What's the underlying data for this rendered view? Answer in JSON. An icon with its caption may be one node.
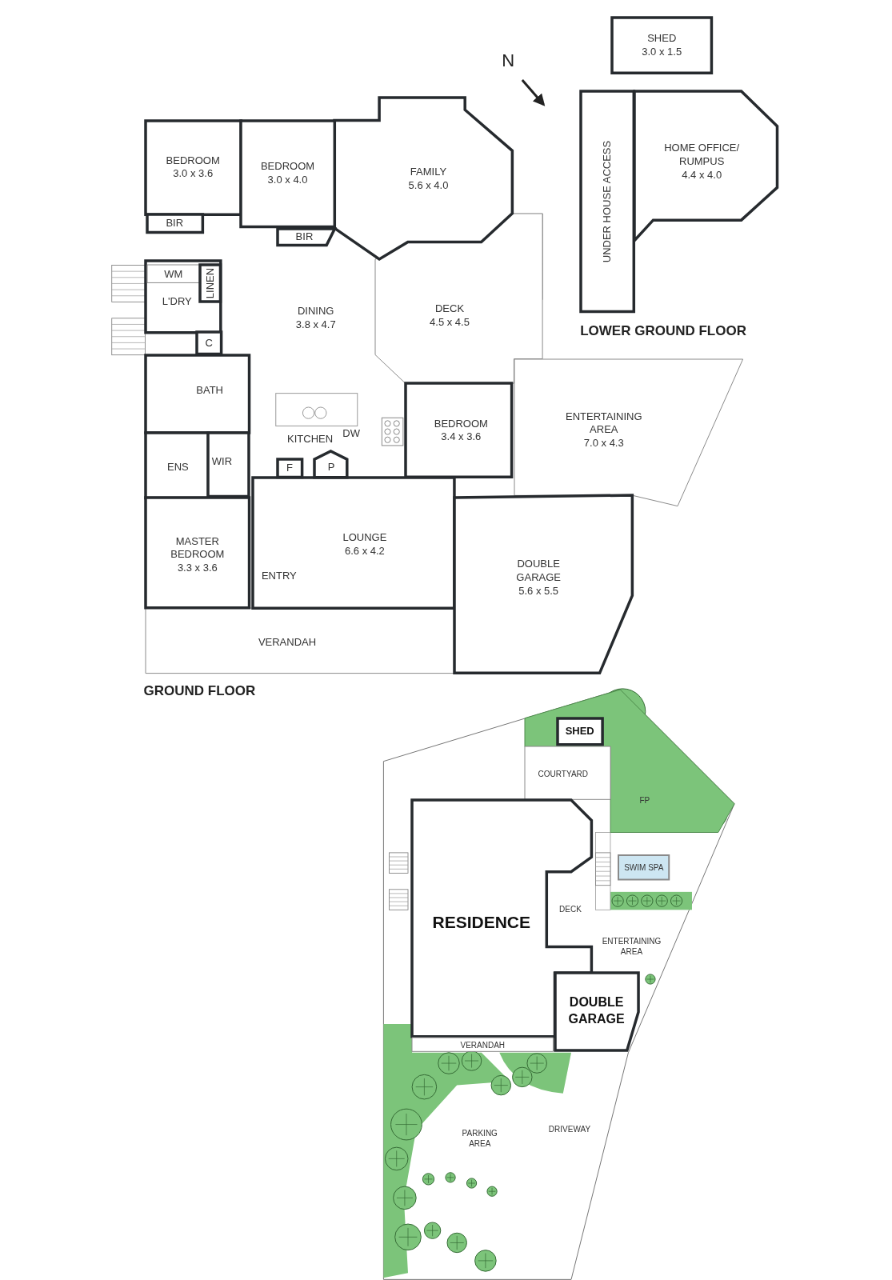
{
  "diagram": {
    "nodes": [
      {
        "text": [
          "BEDROOM",
          "3.0 x 3.6"
        ]
      },
      {
        "text": [
          "BEDROOM",
          "3.0 x 4.0"
        ]
      },
      {
        "text": [
          "FAMILY",
          "5.6 x 4.0"
        ]
      },
      {
        "text": [
          "BIR"
        ]
      },
      {
        "text": [
          "BIR"
        ]
      },
      {
        "text": [
          "WM"
        ],
        "in": 7
      },
      {
        "text": [
          "LINEN"
        ],
        "in": 7
      },
      {
        "text": [
          "L'DRY"
        ]
      },
      {
        "text": [
          "C"
        ]
      },
      {
        "text": [
          "DINING",
          "3.8 x 4.7"
        ]
      },
      {
        "text": [
          "DECK",
          "4.5 x 4.5"
        ]
      },
      {
        "text": [
          "BATH"
        ]
      },
      {
        "text": [
          "KITCHEN"
        ]
      },
      {
        "text": [
          "DW"
        ]
      },
      {
        "text": [
          "F"
        ]
      },
      {
        "text": [
          "P"
        ]
      },
      {
        "text": [
          "BEDROOM",
          "3.4 x 3.6"
        ]
      },
      {
        "text": [
          "ENTERTAINING AREA",
          "7.0 x 4.3"
        ]
      },
      {
        "text": [
          "ENS"
        ]
      },
      {
        "text": [
          "WIR"
        ]
      },
      {
        "text": [
          "MASTER BEDROOM",
          "3.3 x 3.6"
        ]
      },
      {
        "text": [
          "LOUNGE",
          "6.6 x 4.2"
        ]
      },
      {
        "text": [
          "ENTRY"
        ],
        "in": 21
      },
      {
        "text": [
          "DOUBLE GARAGE",
          "5.6 x 5.5"
        ]
      },
      {
        "text": [
          "VERANDAH"
        ]
      },
      {
        "text": [
          "SHED",
          "3.0 x 1.5"
        ]
      },
      {
        "text": [
          "UNDER HOUSE ACCESS"
        ]
      },
      {
        "text": [
          "HOME OFFICE/ RUMPUS",
          "4.4 x 4.0"
        ]
      },
      {
        "text": [
          "SHED"
        ],
        "in": 30
      },
      {
        "text": [
          "COURTYARD"
        ]
      },
      {
        "text": [
          "FP"
        ]
      },
      {
        "text": [
          "RESIDENCE"
        ]
      },
      {
        "text": [
          "DECK"
        ]
      },
      {
        "text": [
          "SWIM SPA"
        ]
      },
      {
        "text": [
          "ENTERTAINING AREA"
        ]
      },
      {
        "text": [
          "DOUBLE GARAGE"
        ]
      },
      {
        "text": [
          "VERANDAH"
        ]
      },
      {
        "text": [
          "PARKING AREA"
        ]
      },
      {
        "text": [
          "DRIVEWAY"
        ]
      }
    ],
    "edges": [],
    "labels": [
      "N",
      "LOWER GROUND FLOOR",
      "GROUND FLOOR"
    ]
  }
}
